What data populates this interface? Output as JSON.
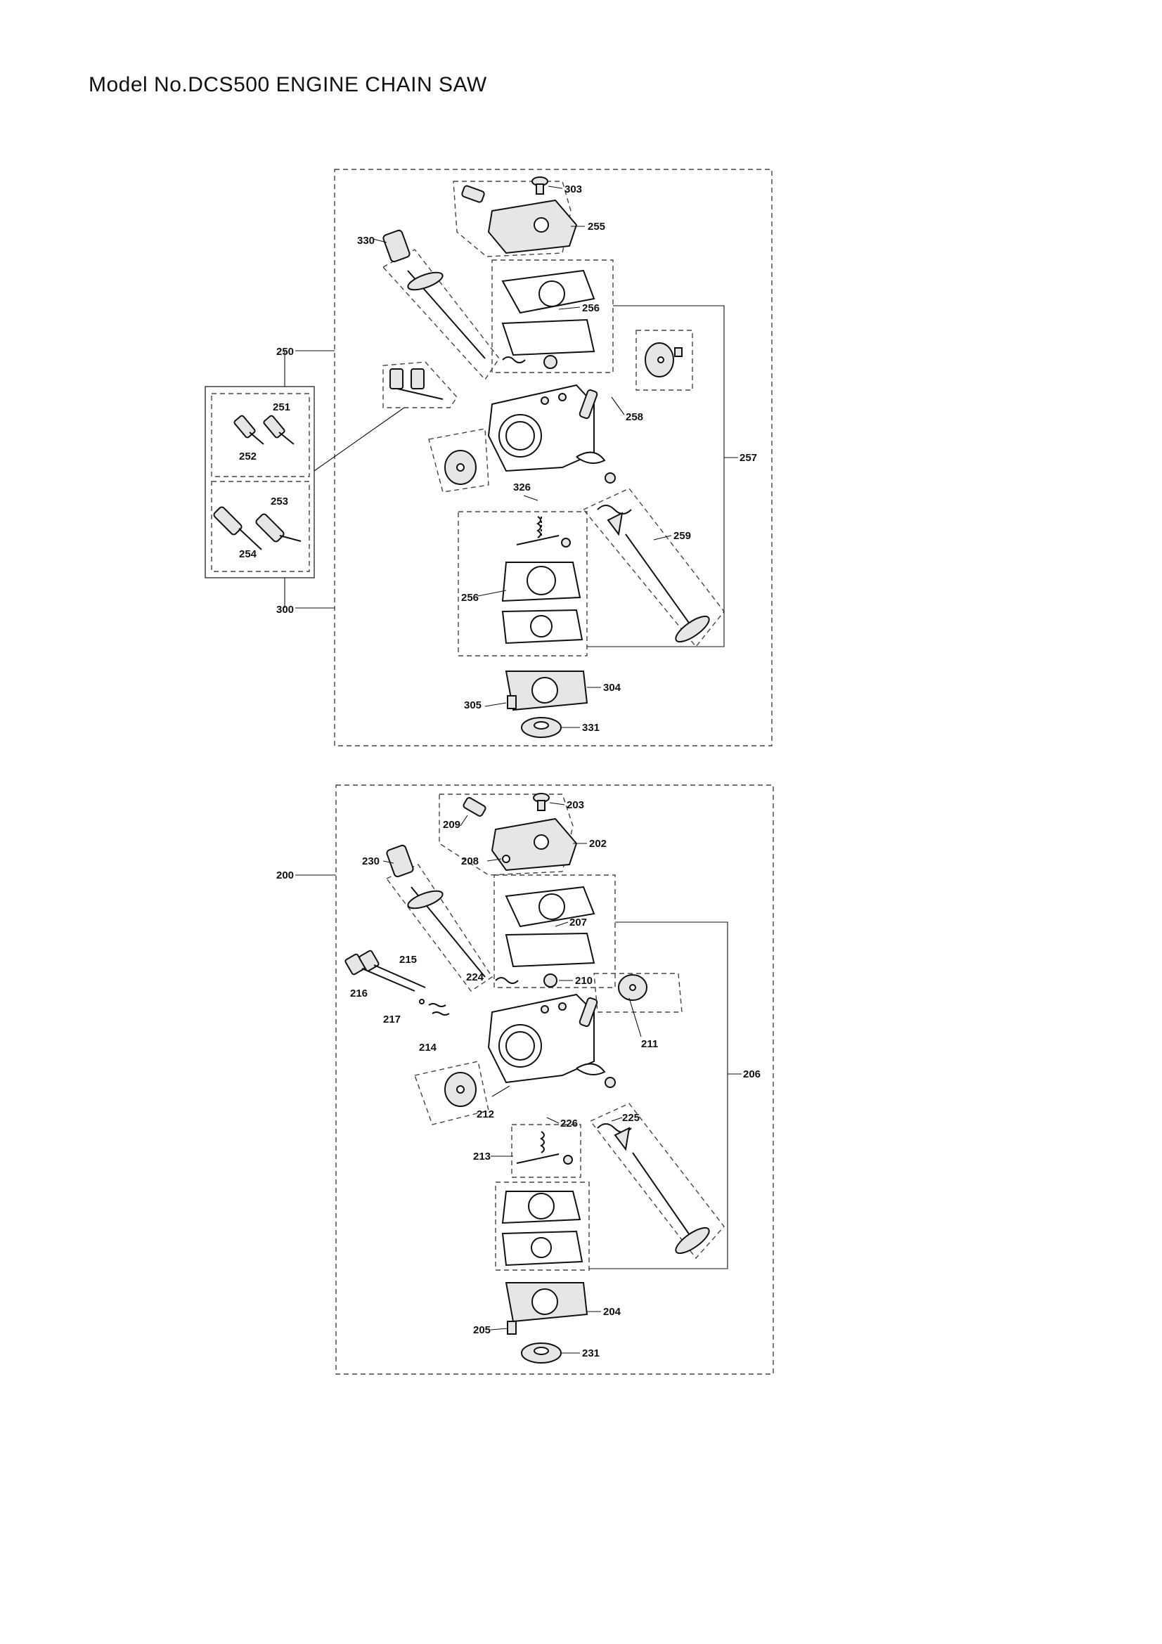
{
  "title": "Model No.DCS500 ENGINE CHAIN SAW",
  "upper_labels": {
    "p303": "303",
    "p255": "255",
    "p330": "330",
    "p256a": "256",
    "p250": "250",
    "p251": "251",
    "p252": "252",
    "p253": "253",
    "p254": "254",
    "p300": "300",
    "p258": "258",
    "p257": "257",
    "p326": "326",
    "p259": "259",
    "p256b": "256",
    "p304": "304",
    "p305": "305",
    "p331": "331"
  },
  "lower_labels": {
    "p203": "203",
    "p209": "209",
    "p202": "202",
    "p208": "208",
    "p200": "200",
    "p230": "230",
    "p207": "207",
    "p215": "215",
    "p224": "224",
    "p210": "210",
    "p216": "216",
    "p217": "217",
    "p214": "214",
    "p211": "211",
    "p206": "206",
    "p212": "212",
    "p226": "226",
    "p225": "225",
    "p213": "213",
    "p204": "204",
    "p205": "205",
    "p231": "231"
  }
}
